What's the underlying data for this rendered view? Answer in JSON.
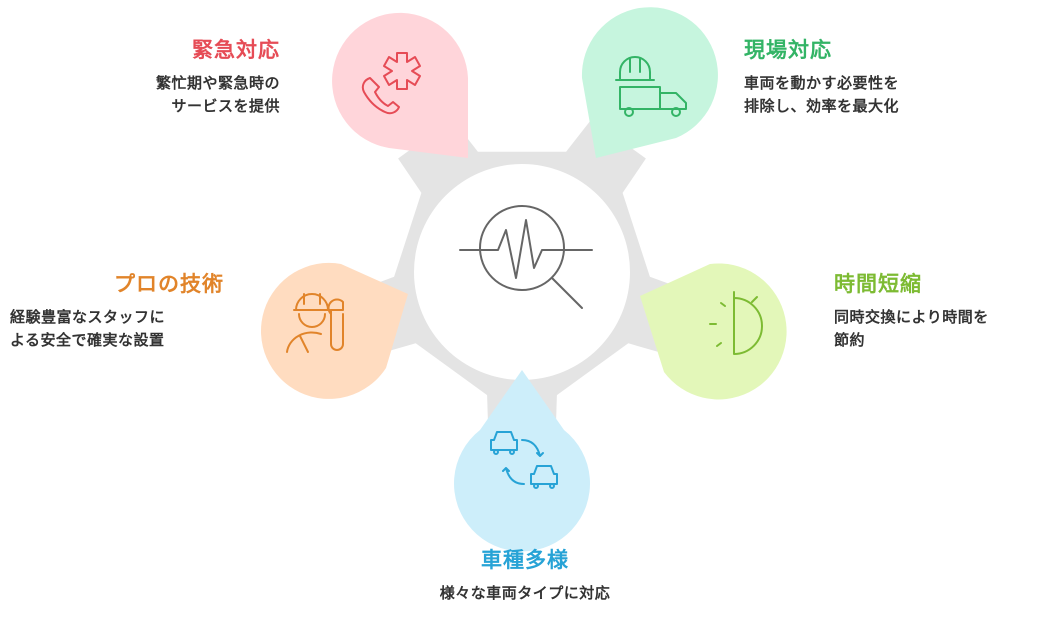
{
  "colors": {
    "gear": "#e4e4e4",
    "emergency": "#e64c56",
    "emergency_fill": "#ffd5da",
    "onsite": "#33b466",
    "onsite_fill": "#c6f5de",
    "pro": "#e1842a",
    "pro_fill": "#ffdcc0",
    "time": "#7dbb33",
    "time_fill": "#e3f7b9",
    "vehicle": "#27a3d6",
    "vehicle_fill": "#cdeefa",
    "center_icon": "#666666",
    "desc_text": "#333333"
  },
  "center": {
    "icon": "pulse-magnifier-icon"
  },
  "items": {
    "emergency": {
      "title": "緊急対応",
      "desc_line1": "繁忙期や緊急時の",
      "desc_line2": "サービスを提供",
      "icon": "phone-asterisk-icon"
    },
    "onsite": {
      "title": "現場対応",
      "desc_line1": "車両を動かす必要性を",
      "desc_line2": "排除し、効率を最大化",
      "icon": "hardhat-truck-icon"
    },
    "pro": {
      "title": "プロの技術",
      "desc_line1": "経験豊富なスタッフに",
      "desc_line2": "よる安全で確実な設置",
      "icon": "worker-wrench-icon"
    },
    "time": {
      "title": "時間短縮",
      "desc_line1": "同時交換により時間を",
      "desc_line2": "節約",
      "icon": "half-stopwatch-icon"
    },
    "vehicle": {
      "title": "車種多様",
      "desc_line1": "様々な車両タイプに対応",
      "icon": "cars-swap-icon"
    }
  }
}
